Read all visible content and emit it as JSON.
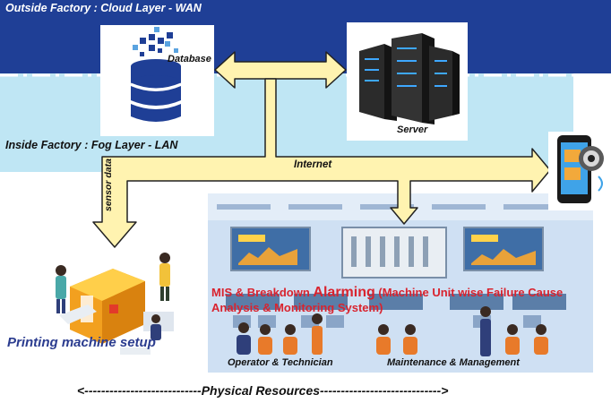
{
  "labels": {
    "outside": "Outside Factory : Cloud Layer - WAN",
    "inside": "Inside Factory : Fog Layer - LAN",
    "database": "Database",
    "server": "Server",
    "internet": "Internet",
    "sensor_data": "sensor data",
    "printing": "Printing machine setup",
    "mis_line1_a": "MIS & Breakdown ",
    "mis_line1_b": "Alarming",
    "mis_line1_c": " (Machine Unit wise Failure Cause",
    "mis_line2": "Analysis & Monitoring  System)",
    "operator": "Operator & Technician",
    "maintenance": "Maintenance & Management",
    "physical": "<----------------------------Physical Resources----------------------------->"
  },
  "icons": {
    "database": "database-icon",
    "server": "server-rack-icon",
    "mobile": "mobile-monitoring-icon",
    "printer": "printing-machine-icon",
    "control_room": "control-room-illustration"
  },
  "colors": {
    "cloud_band": "#1f3f96",
    "fog_band": "#bfe6f4",
    "arrow_fill": "#fff3b0",
    "arrow_stroke": "#222222",
    "label_blue": "#2b3c8f",
    "alarm_red": "#d9232e",
    "control_room_bg": "#cfe0f3"
  }
}
